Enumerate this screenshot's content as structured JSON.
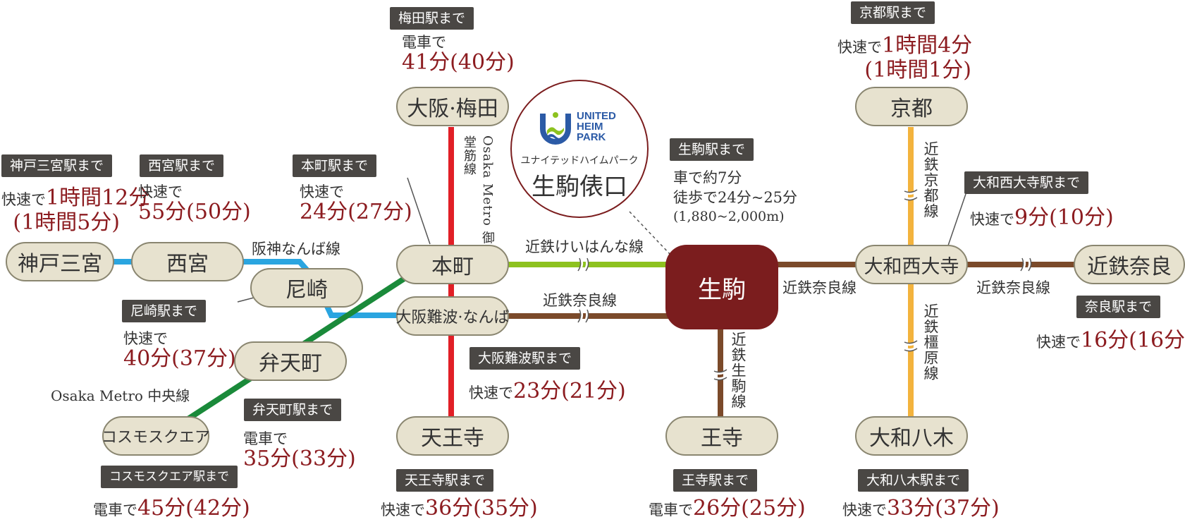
{
  "colors": {
    "hub": "#7b1d1e",
    "station_fill": "#e7e2cf",
    "tag_bg": "#4a4744",
    "number": "#8c1c20",
    "line_midosuji": "#e11f26",
    "line_kintetsu": "#7b4a2a",
    "line_keihanna": "#8dc21f",
    "line_hanshin": "#2aa5e0",
    "line_chuo": "#1a8a3a",
    "line_kintetsu_yellow": "#f3b33d"
  },
  "logo": {
    "brand_line1": "UNITED",
    "brand_line2": "HEIM",
    "brand_line3": "PARK",
    "subtitle": "ユナイテッドハイムパーク",
    "name": "生駒俵口"
  },
  "hub": {
    "name": "生駒"
  },
  "stations": {
    "kobe_sannomiya": "神戸三宮",
    "nishinomiya": "西宮",
    "amagasaki": "尼崎",
    "bentencho": "弁天町",
    "cosmo_square": "コスモスクエア",
    "osaka_umeda": "大阪·梅田",
    "honmachi": "本町",
    "osaka_namba": "大阪難波·なんば",
    "tennoji": "天王寺",
    "ouji": "王寺",
    "kyoto": "京都",
    "yamato_saidaiji": "大和西大寺",
    "kintetsu_nara": "近鉄奈良",
    "yamato_yagi": "大和八木"
  },
  "lines": {
    "midosuji": "Osaka Metro 御堂筋線",
    "keihanna": "近鉄けいはんな線",
    "nara_west": "近鉄奈良線",
    "nara_mid": "近鉄奈良線",
    "nara_east": "近鉄奈良線",
    "hanshin_namba": "阪神なんば線",
    "chuo": "Osaka Metro 中央線",
    "ikoma": "近鉄生駒線",
    "kyoto": "近鉄京都線",
    "kashihara": "近鉄橿原線"
  },
  "info": {
    "umeda": {
      "tag": "梅田駅まで",
      "pre": "電車で",
      "time": "41分(40分)"
    },
    "kobe": {
      "tag": "神戸三宮駅まで",
      "pre": "快速で",
      "time1": "1時間12分",
      "time2": "(1時間5分)"
    },
    "nishinomiya": {
      "tag": "西宮駅まで",
      "pre": "快速で",
      "time": "55分(50分)"
    },
    "honmachi": {
      "tag": "本町駅まで",
      "pre": "快速で",
      "time": "24分(27分)"
    },
    "ikoma": {
      "tag": "生駒駅まで",
      "car": "車で約7分",
      "walk": "徒歩で24分~25分",
      "dist": "(1,880~2,000m)"
    },
    "kyoto": {
      "tag": "京都駅まで",
      "pre": "快速で",
      "time1": "1時間4分",
      "time2": "(1時間1分)"
    },
    "saidaiji": {
      "tag": "大和西大寺駅まで",
      "pre": "快速で",
      "time": "9分(10分)"
    },
    "nara": {
      "tag": "奈良駅まで",
      "pre": "快速で",
      "time": "16分(16分)"
    },
    "amagasaki": {
      "tag": "尼崎駅まで",
      "pre": "快速で",
      "time": "40分(37分)"
    },
    "namba": {
      "tag": "大阪難波駅まで",
      "pre": "快速で",
      "time": "23分(21分)"
    },
    "bentencho": {
      "tag": "弁天町駅まで",
      "pre": "電車で",
      "time": "35分(33分)"
    },
    "cosmo": {
      "tag": "コスモスクエア駅まで",
      "pre": "電車で",
      "time": "45分(42分)"
    },
    "tennoji": {
      "tag": "天王寺駅まで",
      "pre": "快速で",
      "time": "36分(35分)"
    },
    "ouji": {
      "tag": "王寺駅まで",
      "pre": "電車で",
      "time": "26分(25分)"
    },
    "yagi": {
      "tag": "大和八木駅まで",
      "pre": "快速で",
      "time": "33分(37分)"
    }
  }
}
